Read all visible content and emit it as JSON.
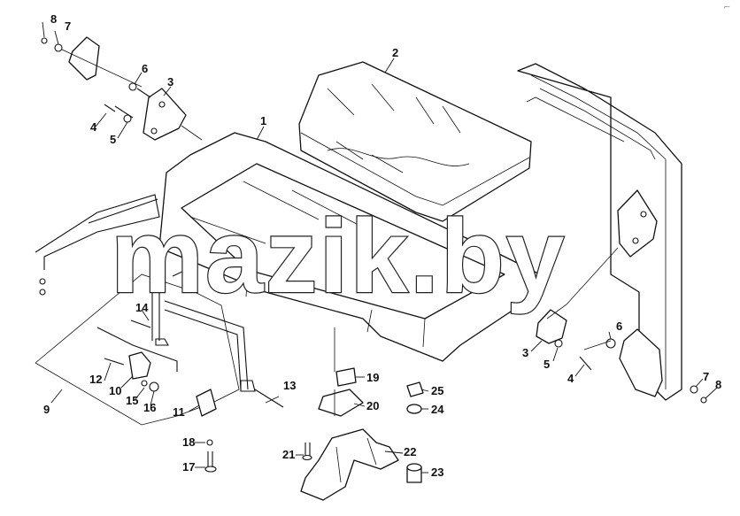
{
  "watermark": "mazik.by",
  "corner_mark": "⌐-",
  "callouts": {
    "n1": "1",
    "n2": "2",
    "n3_left": "3",
    "n3_right": "3",
    "n4_left": "4",
    "n4_right": "4",
    "n5_left": "5",
    "n5_right": "5",
    "n6_left": "6",
    "n6_right": "6",
    "n7_left": "7",
    "n7_right": "7",
    "n8_left": "8",
    "n8_right": "8",
    "n9": "9",
    "n10": "10",
    "n11": "11",
    "n12": "12",
    "n13": "13",
    "n14": "14",
    "n15": "15",
    "n16": "16",
    "n17": "17",
    "n18": "18",
    "n19": "19",
    "n20": "20",
    "n21": "21",
    "n22": "22",
    "n23": "23",
    "n24": "24",
    "n25": "25"
  },
  "colors": {
    "ink": "#111111",
    "paper": "#ffffff"
  }
}
